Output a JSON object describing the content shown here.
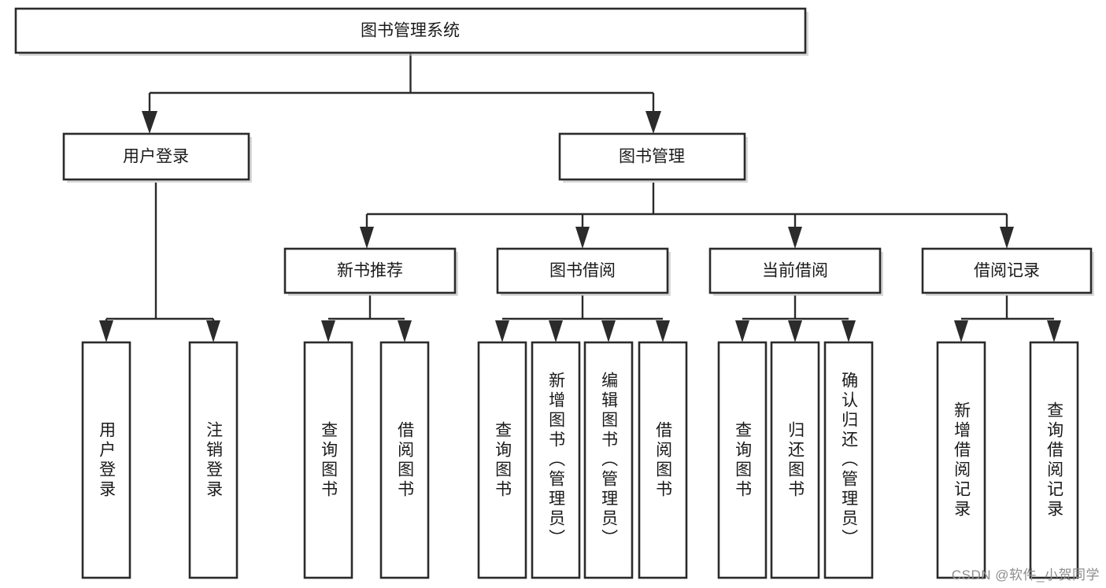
{
  "diagram": {
    "title": "图书管理系统",
    "type": "hierarchy-tree",
    "watermark": "CSDN @软件_小贺同学",
    "colors": {
      "stroke": "#2b2b2b",
      "fill": "#ffffff",
      "text": "#1a1a1a",
      "watermark": "#8d8d8d"
    },
    "root": {
      "label": "图书管理系统"
    },
    "level2": [
      {
        "label": "用户登录"
      },
      {
        "label": "图书管理"
      }
    ],
    "level3": [
      {
        "label": "新书推荐"
      },
      {
        "label": "图书借阅"
      },
      {
        "label": "当前借阅"
      },
      {
        "label": "借阅记录"
      }
    ],
    "leaves": {
      "user_login": [
        {
          "label": "用户登录"
        },
        {
          "label": "注销登录"
        }
      ],
      "new_book": [
        {
          "label": "查询图书"
        },
        {
          "label": "借阅图书"
        }
      ],
      "book_borrow": [
        {
          "label": "查询图书"
        },
        {
          "label": "新增图书（管理员）"
        },
        {
          "label": "编辑图书（管理员）"
        },
        {
          "label": "借阅图书"
        }
      ],
      "current_borrow": [
        {
          "label": "查询图书"
        },
        {
          "label": "归还图书"
        },
        {
          "label": "确认归还（管理员）"
        }
      ],
      "borrow_record": [
        {
          "label": "新增借阅记录"
        },
        {
          "label": "查询借阅记录"
        }
      ]
    }
  }
}
